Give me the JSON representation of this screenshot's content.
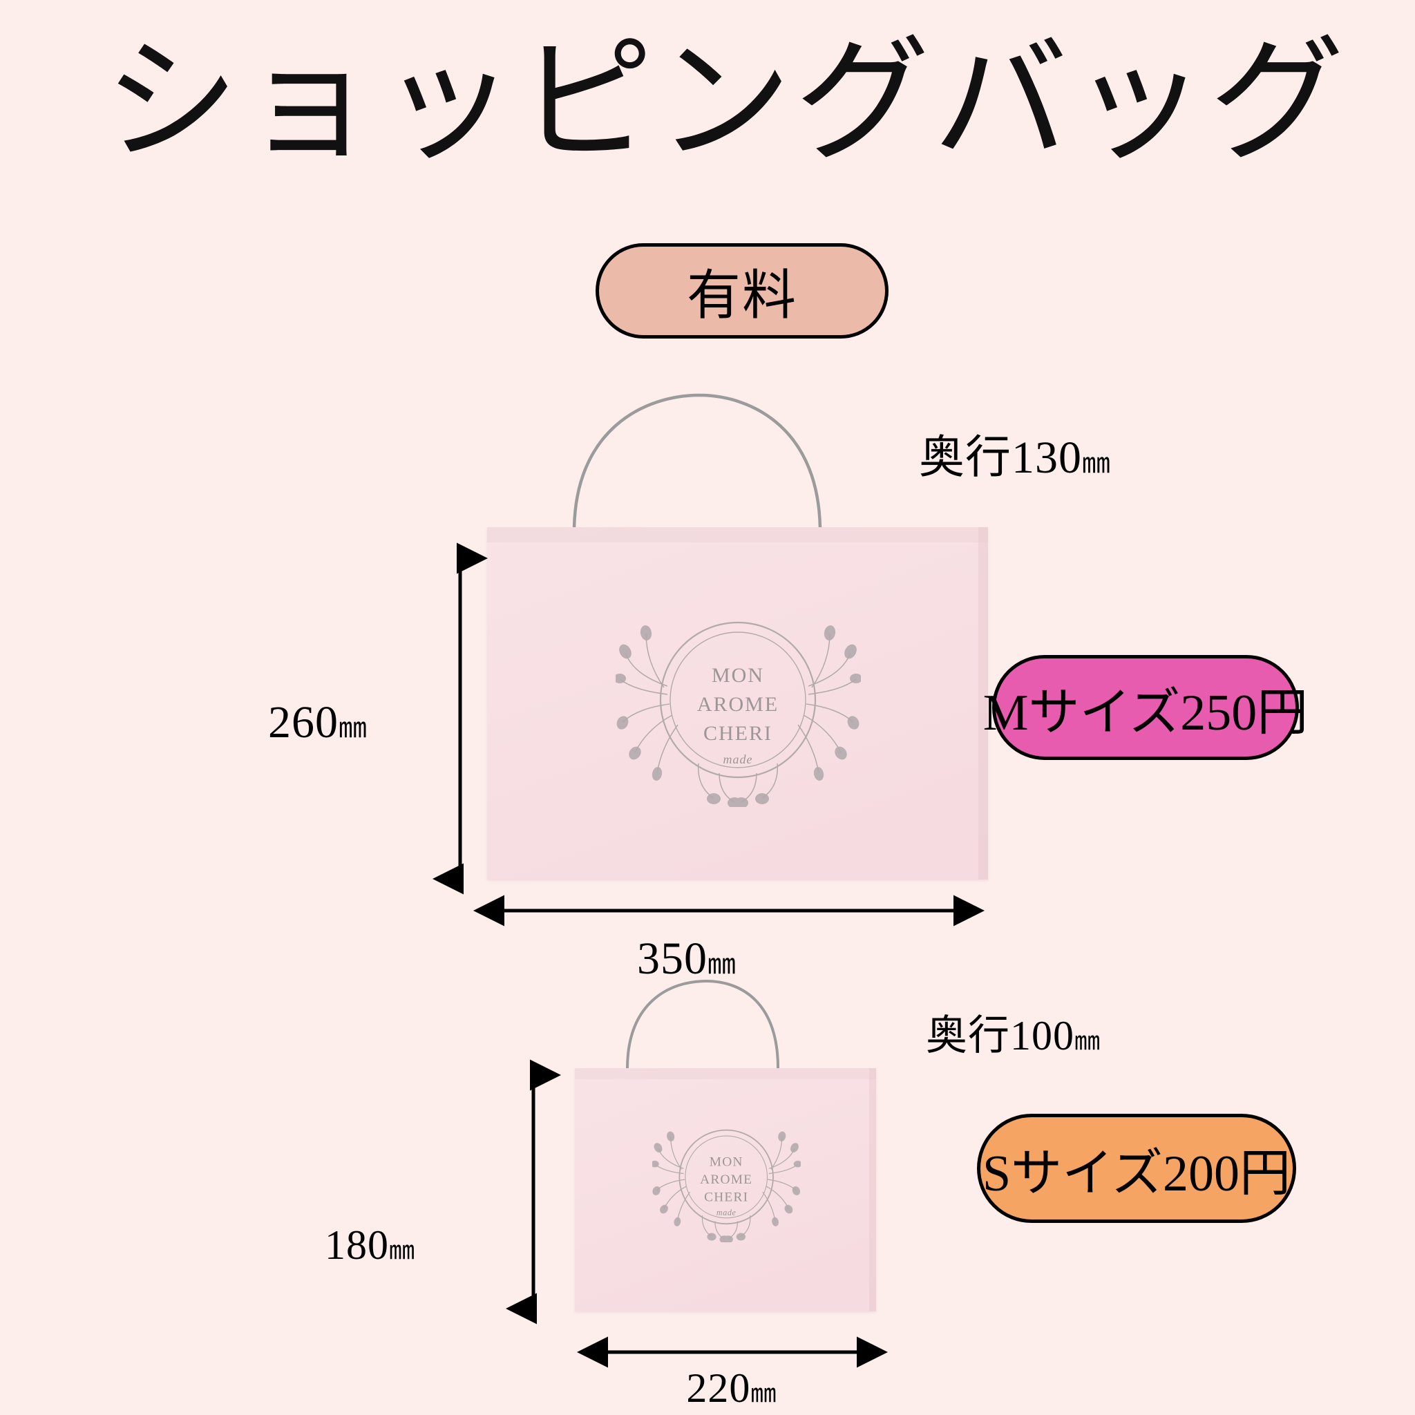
{
  "page": {
    "title": "ショッピングバッグ",
    "background_color": "#fdeeec"
  },
  "badges": {
    "paid": {
      "label": "有料",
      "color": "#ecbaa9"
    },
    "medium": {
      "label": "Mサイズ250円",
      "color": "#e85cb0"
    },
    "small": {
      "label": "Sサイズ200円",
      "color": "#f5a464"
    }
  },
  "bags": [
    {
      "size_name": "M",
      "bag_color": "#f8e1e4",
      "handle_color": "#9a9a9a",
      "logo": {
        "line1": "MON",
        "line2": "AROME",
        "line3": "CHERI",
        "script": "made",
        "color": "#a7a0a2"
      },
      "dimensions": {
        "depth_label": "奥行130",
        "depth_unit": "㎜",
        "height_label": "260",
        "height_unit": "㎜",
        "width_label": "350",
        "width_unit": "㎜"
      },
      "price_label": "Mサイズ250円"
    },
    {
      "size_name": "S",
      "bag_color": "#f8e1e4",
      "handle_color": "#9a9a9a",
      "logo": {
        "line1": "MON",
        "line2": "AROME",
        "line3": "CHERI",
        "script": "made",
        "color": "#a7a0a2"
      },
      "dimensions": {
        "depth_label": "奥行100",
        "depth_unit": "㎜",
        "height_label": "180",
        "height_unit": "㎜",
        "width_label": "220",
        "width_unit": "㎜"
      },
      "price_label": "Sサイズ200円"
    }
  ]
}
